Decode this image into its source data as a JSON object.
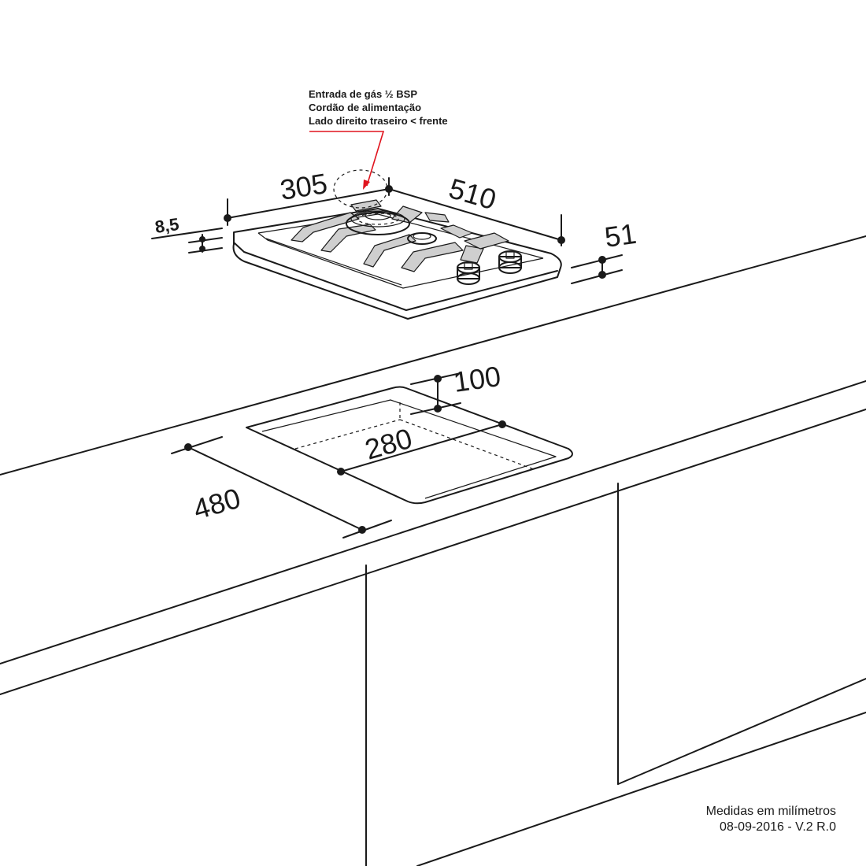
{
  "annotation": {
    "lines": [
      "Entrada de gás ½ BSP",
      "Cordão de alimentação",
      "Lado direito traseiro < frente"
    ],
    "arrow_color": "#e0141e"
  },
  "dimensions": {
    "width_305": "305",
    "depth_510": "510",
    "thickness_8_5": "8,5",
    "height_51": "51",
    "offset_100": "100",
    "cutout_280": "280",
    "cutout_480": "480"
  },
  "footer": {
    "units": "Medidas em milímetros",
    "version": "08-09-2016 - V.2 R.0"
  },
  "colors": {
    "line": "#1a1a1a",
    "grate_fill": "#cfcfcf",
    "background": "#ffffff"
  }
}
